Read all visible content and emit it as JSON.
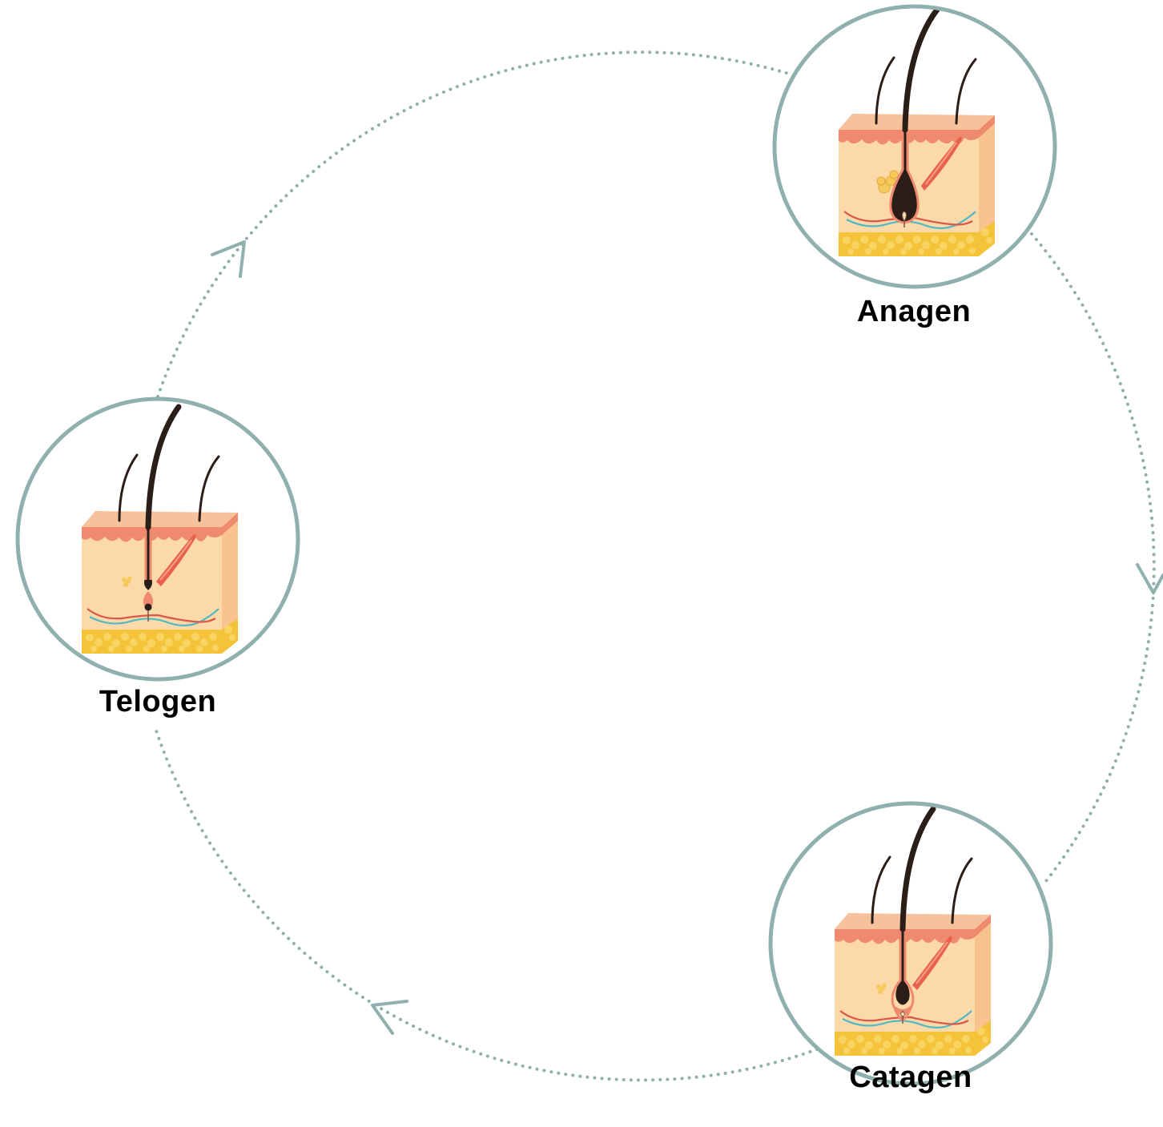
{
  "colors": {
    "ring": "#8fb0ad",
    "skin_top": "#f6c29c",
    "skin_body": "#fcd9a8",
    "skin_side": "#f9c38f",
    "epidermis": "#f08a6f",
    "fat": "#f5c33a",
    "hair": "#2b1d18",
    "vein": "#4fb8c5",
    "artery": "#d9584a",
    "muscle": "#e8604e"
  },
  "stages": [
    {
      "id": "anagen",
      "label": "Anagen",
      "icon": "hair-follicle-anagen-icon"
    },
    {
      "id": "catagen",
      "label": "Catagen",
      "icon": "hair-follicle-catagen-icon"
    },
    {
      "id": "telogen",
      "label": "Telogen",
      "icon": "hair-follicle-telogen-icon"
    }
  ],
  "cycle_direction": "clockwise"
}
